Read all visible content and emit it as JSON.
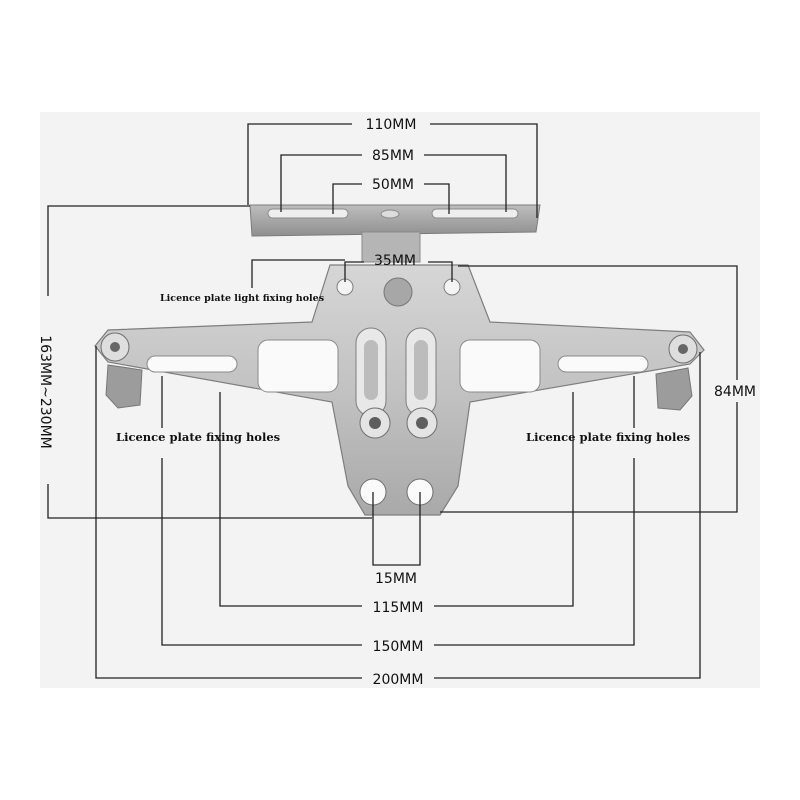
{
  "dimensions": {
    "top_width": "110MM",
    "top_slot_spacing": "85MM",
    "top_hole_spacing": "50MM",
    "stem_width": "35MM",
    "total_height": "163MM~230MM",
    "bracket_height": "84MM",
    "bottom_hole_spacing": "15MM",
    "inner_slot_spacing": "115MM",
    "outer_slot_spacing": "150MM",
    "overall_width": "200MM"
  },
  "notes": {
    "light_holes": "Licence plate light fixing holes",
    "plate_holes_left": "Licence plate fixing holes",
    "plate_holes_right": "Licence plate fixing holes"
  },
  "colors": {
    "metal": "#c4c4c4",
    "metal_dark": "#8e8e8e",
    "backdrop": "#f1f1f1",
    "line": "#222222"
  }
}
